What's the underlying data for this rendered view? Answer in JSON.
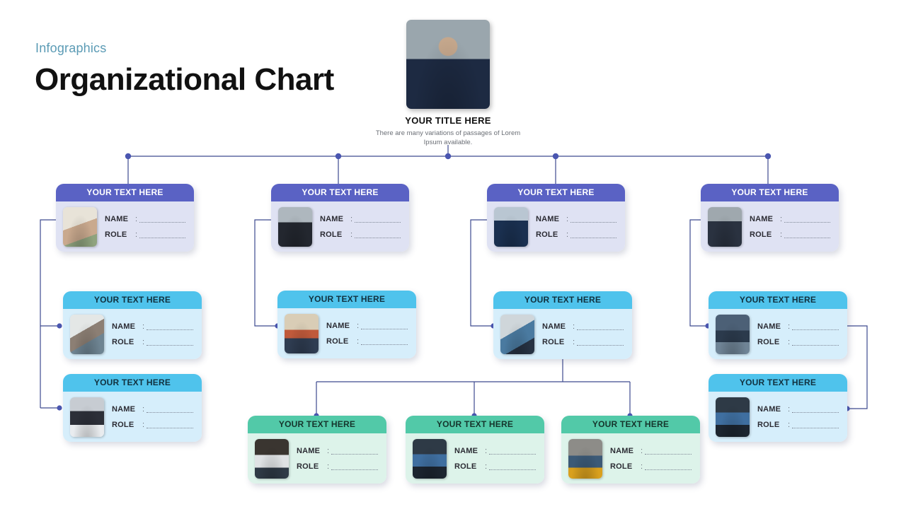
{
  "header": {
    "kicker": "Infographics",
    "title": "Organizational Chart"
  },
  "root": {
    "title": "YOUR  TITLE HERE",
    "subtitle": "There are many  variations of passages of Lorem Ipsum available.",
    "photo": "executive-portrait"
  },
  "labels": {
    "name": "NAME",
    "role": "ROLE",
    "colon": ":"
  },
  "colors": {
    "level1_header": "#5a62c4",
    "level1_body": "#dfe2f3",
    "level2_header": "#4fc3ec",
    "level2_body": "#d6eefb",
    "level3_header": "#52c9a8",
    "level3_body": "#ddf3ea",
    "connector": "#3d4a8f",
    "node_dot": "#4a56b0",
    "kicker_text": "#5b9bb5",
    "title_text": "#111111"
  },
  "cards": {
    "level1": [
      {
        "header": "YOUR TEXT HERE",
        "name": "",
        "role": "",
        "photo": "woman-at-desk"
      },
      {
        "header": "YOUR TEXT HERE",
        "name": "",
        "role": "",
        "photo": "man-in-suit"
      },
      {
        "header": "YOUR TEXT HERE",
        "name": "",
        "role": "",
        "photo": "woman-in-blazer"
      },
      {
        "header": "YOUR TEXT HERE",
        "name": "",
        "role": "",
        "photo": "young-businessman"
      }
    ],
    "level2": [
      {
        "header": "YOUR TEXT HERE",
        "name": "",
        "role": "",
        "photo": "bearded-man"
      },
      {
        "header": "YOUR TEXT HERE",
        "name": "",
        "role": "",
        "photo": "woman-smiling"
      },
      {
        "header": "YOUR TEXT HERE",
        "name": "",
        "role": "",
        "photo": "man-with-glasses"
      },
      {
        "header": "YOUR TEXT HERE",
        "name": "",
        "role": "",
        "photo": "businesswoman"
      },
      {
        "header": "YOUR TEXT HERE",
        "name": "",
        "role": "",
        "photo": "man-in-office"
      },
      {
        "header": "YOUR TEXT HERE",
        "name": "",
        "role": "",
        "photo": "man-dark-suit"
      }
    ],
    "level3": [
      {
        "header": "YOUR TEXT HERE",
        "name": "",
        "role": "",
        "photo": "young-man"
      },
      {
        "header": "YOUR TEXT HERE",
        "name": "",
        "role": "",
        "photo": "man-at-work"
      },
      {
        "header": "YOUR TEXT HERE",
        "name": "",
        "role": "",
        "photo": "man-yellow-background"
      }
    ]
  }
}
